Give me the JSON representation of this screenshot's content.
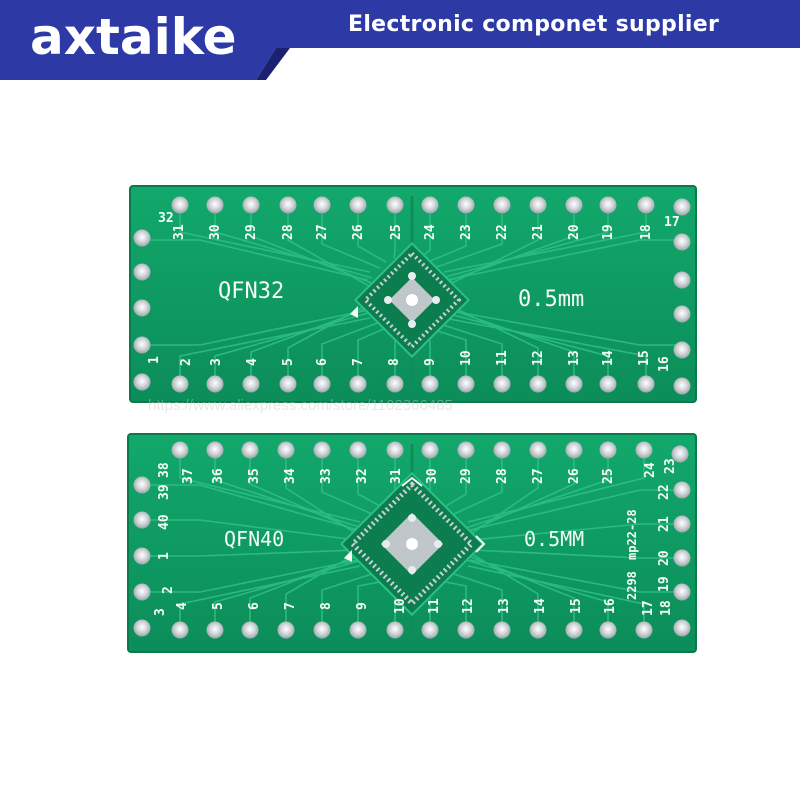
{
  "header": {
    "brand": "axtaike",
    "tagline": "Electronic componet supplier",
    "colors": {
      "banner": "#2d3aa6",
      "banner_dark": "#1a2170"
    }
  },
  "boards": [
    {
      "label": "QFN32",
      "pitch": "0.5mm",
      "top_pins": [
        "32",
        "31",
        "30",
        "29",
        "28",
        "27",
        "26",
        "25",
        "24",
        "23",
        "22",
        "21",
        "20",
        "19",
        "18",
        "17"
      ],
      "bottom_pins": [
        "1",
        "2",
        "3",
        "4",
        "5",
        "6",
        "7",
        "8",
        "9",
        "10",
        "11",
        "12",
        "13",
        "14",
        "15",
        "16"
      ]
    },
    {
      "label": "QFN40",
      "pitch": "0.5MM",
      "part_code": "2298",
      "series_code": "mp22-28",
      "top_pins": [
        "38",
        "37",
        "36",
        "35",
        "34",
        "33",
        "32",
        "31",
        "30",
        "29",
        "28",
        "27",
        "26",
        "25",
        "24",
        "23"
      ],
      "left_pins": [
        "39",
        "40",
        "1",
        "2"
      ],
      "right_pins": [
        "22",
        "21",
        "20",
        "19"
      ],
      "bottom_pins": [
        "3",
        "4",
        "5",
        "6",
        "7",
        "8",
        "9",
        "10",
        "11",
        "12",
        "13",
        "14",
        "15",
        "16",
        "17",
        "18"
      ]
    }
  ],
  "watermark": "https://www.aliexpress.com/store/1102366485",
  "colors": {
    "pcb": "#0f9a63",
    "pcb_edge": "#0a7a4c",
    "trace": "#2dbf83",
    "pad": "#d9dde0",
    "silk": "#f4fbf6"
  }
}
